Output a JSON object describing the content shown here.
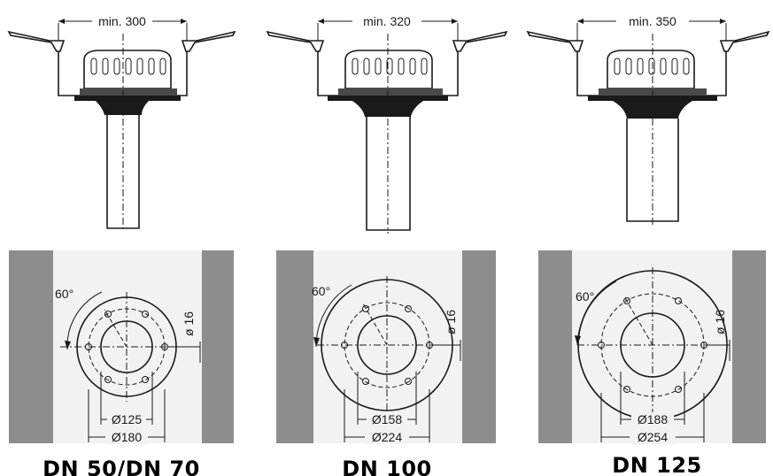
{
  "variants": [
    {
      "title": "DN 50/DN 70",
      "min_opening": "min. 300",
      "angle": "60°",
      "bolt_hole": "ø 16",
      "inner_diameter": "Ø125",
      "outer_diameter": "Ø180"
    },
    {
      "title": "DN 100",
      "min_opening": "min. 320",
      "angle": "60°",
      "bolt_hole": "ø 16",
      "inner_diameter": "Ø158",
      "outer_diameter": "Ø224"
    },
    {
      "title": "DN 125",
      "min_opening": "min. 350",
      "angle": "60°",
      "bolt_hole": "ø 16",
      "inner_diameter": "Ø188",
      "outer_diameter": "Ø254"
    }
  ]
}
